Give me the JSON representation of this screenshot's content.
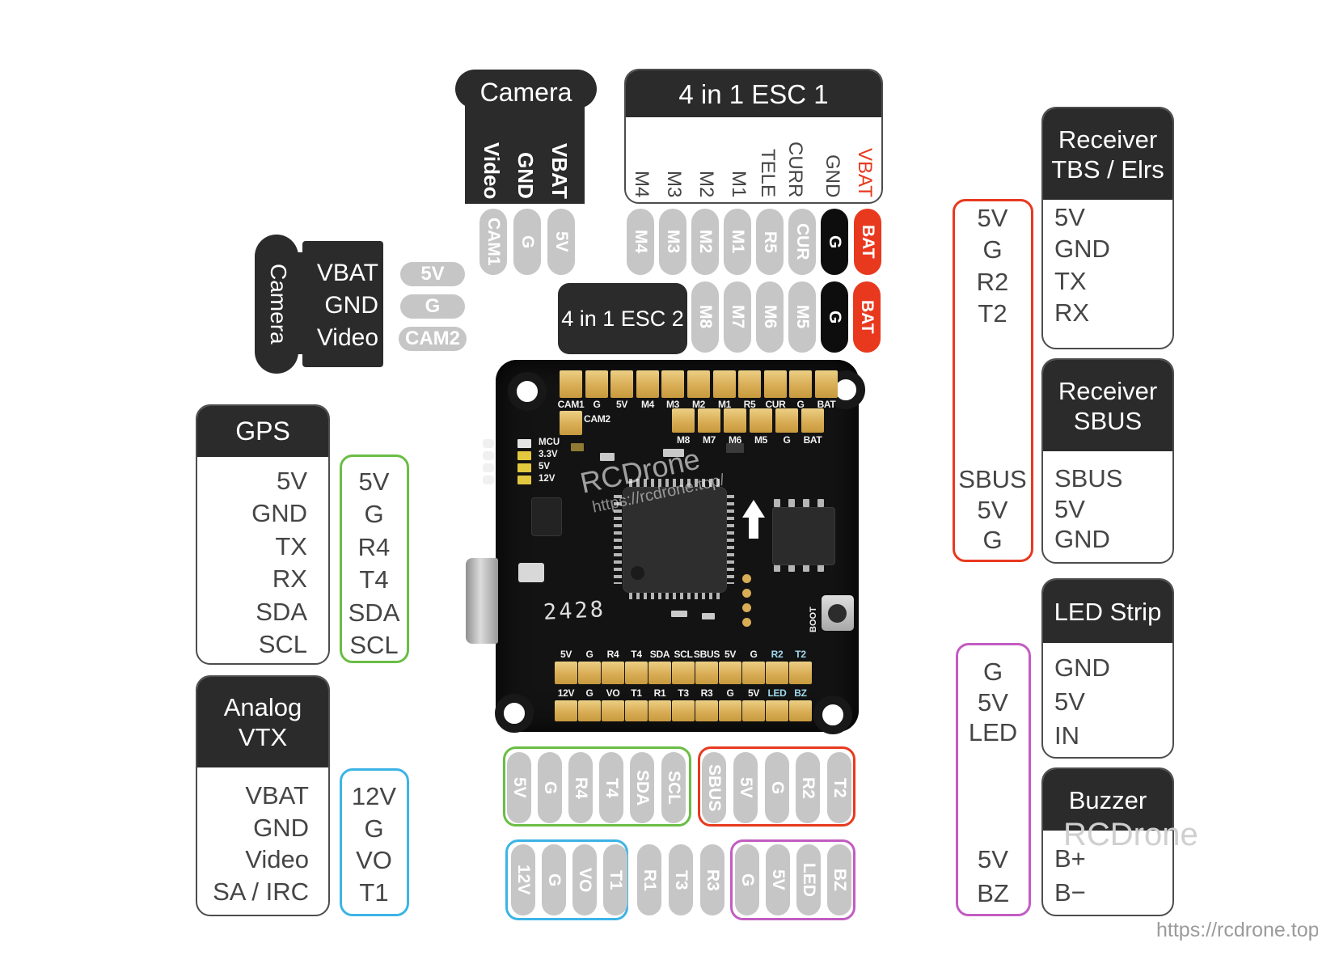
{
  "camera_top": {
    "title": "Camera",
    "pins": [
      "Video",
      "GND",
      "VBAT"
    ],
    "pads": [
      "CAM1",
      "G",
      "5V"
    ]
  },
  "camera_left": {
    "title": "Camera",
    "pins": [
      "VBAT",
      "GND",
      "Video"
    ],
    "pads": [
      "5V",
      "G",
      "CAM2"
    ]
  },
  "esc1": {
    "title": "4 in 1 ESC 1",
    "pins": [
      "M4",
      "M3",
      "M2",
      "M1",
      "TELE",
      "CURR",
      "GND",
      "VBAT"
    ],
    "pads": [
      "M4",
      "M3",
      "M2",
      "M1",
      "R5",
      "CUR",
      "G",
      "BAT"
    ]
  },
  "esc2": {
    "title": "4 in 1 ESC 2",
    "pads": [
      "M8",
      "M7",
      "M6",
      "M5",
      "G",
      "BAT"
    ]
  },
  "gps": {
    "title": "GPS",
    "pins": [
      "5V",
      "GND",
      "TX",
      "RX",
      "SDA",
      "SCL"
    ],
    "pads": [
      "5V",
      "G",
      "R4",
      "T4",
      "SDA",
      "SCL"
    ]
  },
  "analog_vtx": {
    "title": [
      "Analog",
      "VTX"
    ],
    "pins": [
      "VBAT",
      "GND",
      "Video",
      "SA / IRC"
    ],
    "pads": [
      "12V",
      "G",
      "VO",
      "T1"
    ]
  },
  "receiver_tbs": {
    "title": [
      "Receiver",
      "TBS / Elrs"
    ],
    "pins": [
      "5V",
      "GND",
      "TX",
      "RX"
    ],
    "pads": [
      "5V",
      "G",
      "R2",
      "T2"
    ]
  },
  "receiver_sbus": {
    "title": [
      "Receiver",
      "SBUS"
    ],
    "pins": [
      "SBUS",
      "5V",
      "GND"
    ],
    "pads": [
      "SBUS",
      "5V",
      "G"
    ]
  },
  "led_strip": {
    "title": "LED Strip",
    "pins": [
      "GND",
      "5V",
      "IN"
    ],
    "pads": [
      "G",
      "5V",
      "LED"
    ]
  },
  "buzzer": {
    "title": "Buzzer",
    "pins": [
      "B+",
      "B−"
    ],
    "pads": [
      "5V",
      "BZ"
    ]
  },
  "board": {
    "top_row1": [
      "CAM1",
      "G",
      "5V",
      "M4",
      "M3",
      "M2",
      "M1",
      "R5",
      "CUR",
      "G",
      "BAT"
    ],
    "top_row2_cam": "CAM2",
    "top_row2": [
      "M8",
      "M7",
      "M6",
      "M5",
      "G",
      "BAT"
    ],
    "bottom_row1": [
      "5V",
      "G",
      "R4",
      "T4",
      "SDA",
      "SCL",
      "SBUS",
      "5V",
      "G",
      "R2",
      "T2"
    ],
    "bottom_row2": [
      "12V",
      "G",
      "VO",
      "T1",
      "R1",
      "T3",
      "R3",
      "G",
      "5V",
      "LED",
      "BZ"
    ],
    "status_leds": [
      "MCU",
      "3.3V",
      "5V",
      "12V"
    ],
    "boot_label": "BOOT",
    "silkscreen_code": "2428"
  },
  "watermark": {
    "brand": "RCDrone",
    "url": "https://rcdrone.top/"
  },
  "colors": {
    "pad_gray": "#c6c6c6",
    "pad_black": "#0d0d0d",
    "pad_power_red": "#e8391f",
    "outline_green": "#6abd45",
    "outline_red": "#e8391f",
    "outline_blue": "#3cb4e6",
    "outline_purple": "#c25cc2",
    "label_box_black": "#2b2b2b"
  }
}
